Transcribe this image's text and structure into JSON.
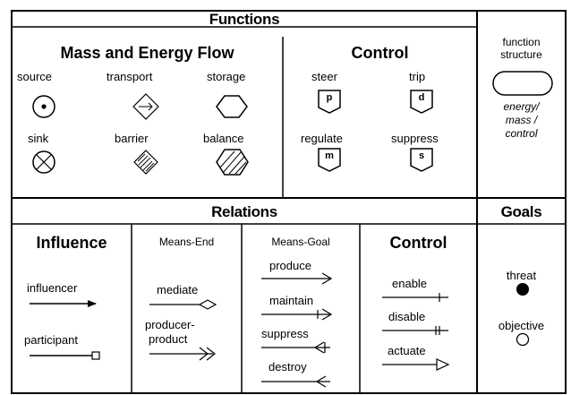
{
  "functions": {
    "title": "Functions",
    "mass_energy": {
      "title": "Mass and Energy Flow",
      "source": "source",
      "transport": "transport",
      "storage": "storage",
      "sink": "sink",
      "barrier": "barrier",
      "balance": "balance"
    },
    "control": {
      "title": "Control",
      "steer": "steer",
      "trip": "trip",
      "regulate": "regulate",
      "suppress": "suppress",
      "steer_code": "p",
      "trip_code": "d",
      "regulate_code": "m",
      "suppress_code": "s"
    }
  },
  "function_structure": {
    "title_line1": "function",
    "title_line2": "structure",
    "italic_line1": "energy/",
    "italic_line2": "mass /",
    "italic_line3": "control"
  },
  "relations": {
    "title": "Relations",
    "influence": {
      "title": "Influence",
      "influencer": "influencer",
      "participant": "participant"
    },
    "means_end": {
      "title": "Means-End",
      "mediate": "mediate",
      "producer_line1": "producer-",
      "producer_line2": "product"
    },
    "means_goal": {
      "title": "Means-Goal",
      "produce": "produce",
      "maintain": "maintain",
      "suppress": "suppress",
      "destroy": "destroy"
    },
    "control": {
      "title": "Control",
      "enable": "enable",
      "disable": "disable",
      "actuate": "actuate"
    }
  },
  "goals": {
    "title": "Goals",
    "threat": "threat",
    "objective": "objective"
  }
}
